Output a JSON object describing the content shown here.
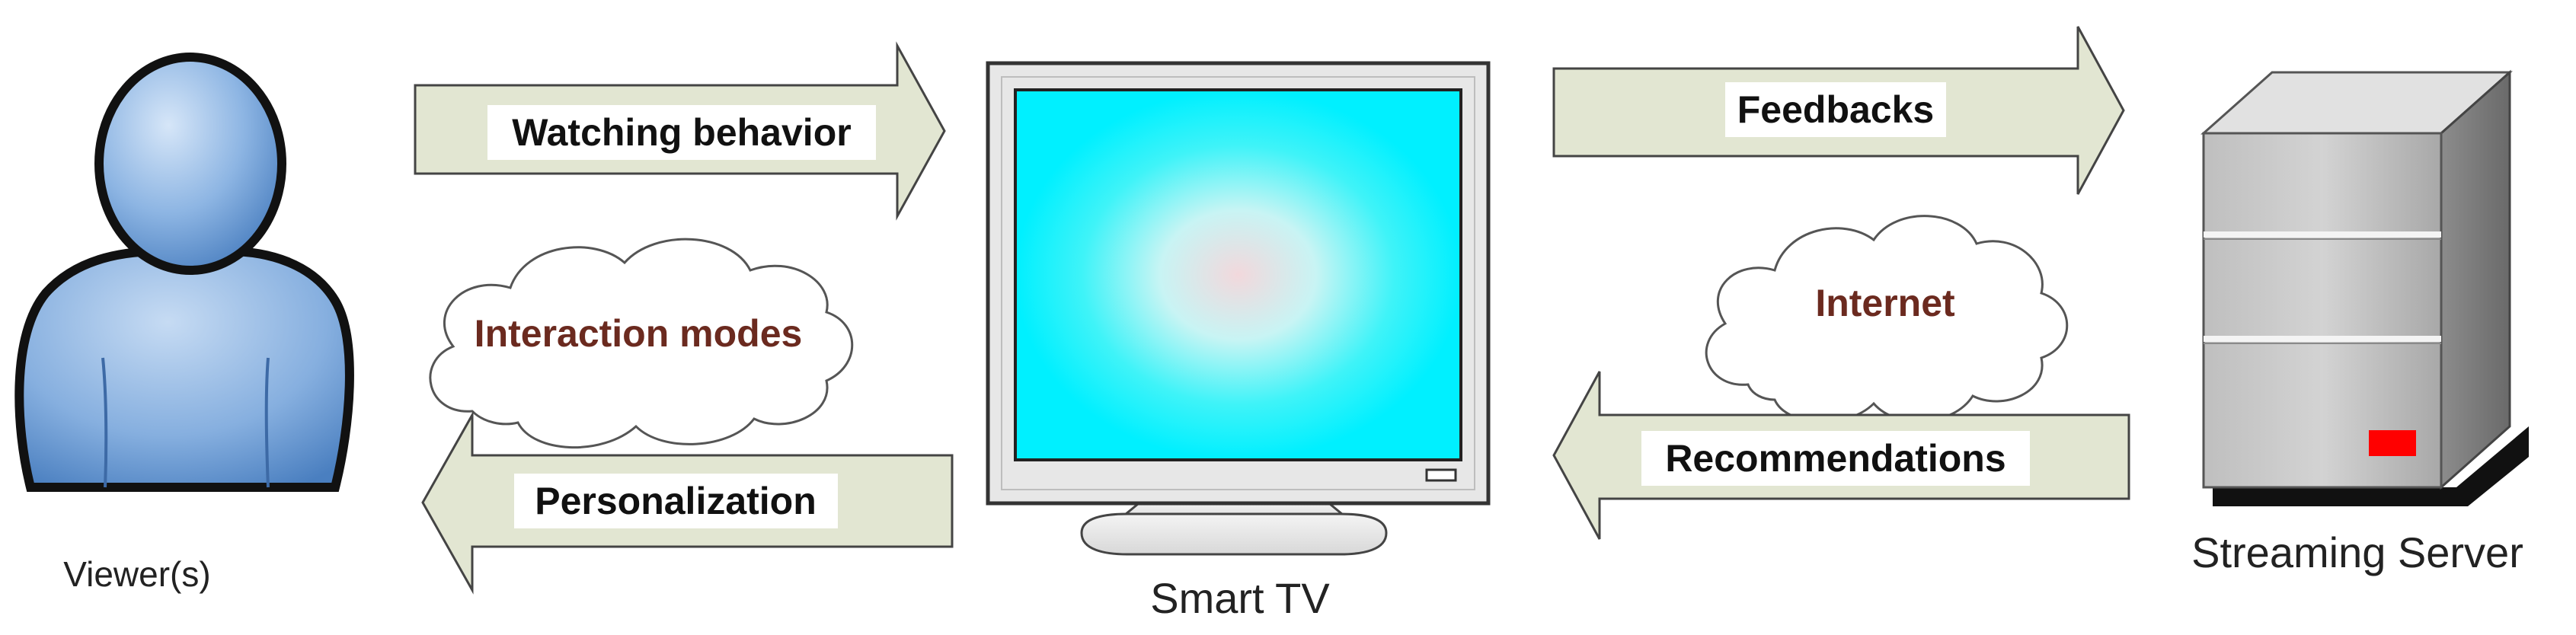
{
  "viewer": {
    "label": "Viewer(s)",
    "icon": "person-icon",
    "body_color": "#7ba8dc"
  },
  "tv": {
    "label": "Smart TV",
    "icon": "monitor-icon",
    "screen_color": "#00f0ff"
  },
  "server": {
    "label": "Streaming Server",
    "icon": "server-tower-icon",
    "led_color": "#ff0000"
  },
  "arrows": {
    "watching": "Watching behavior",
    "personalization": "Personalization",
    "feedbacks": "Feedbacks",
    "recommendations": "Recommendations",
    "fill_color": "#e2e6d2"
  },
  "clouds": {
    "interaction": "Interaction modes",
    "internet": "Internet",
    "text_color": "#6b2a1f"
  }
}
